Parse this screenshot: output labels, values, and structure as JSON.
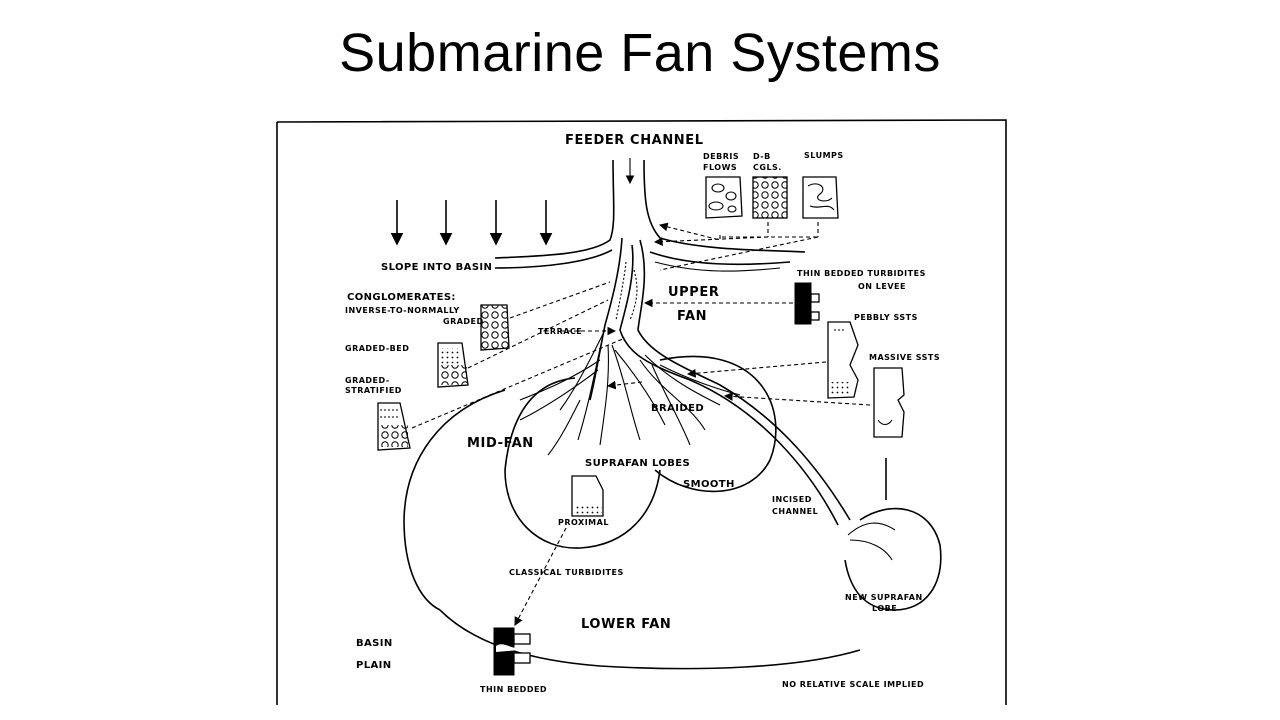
{
  "slide": {
    "title": "Submarine Fan Systems"
  },
  "diagram": {
    "labels": {
      "feeder_channel": "FEEDER CHANNEL",
      "debris_flows_1": "DEBRIS",
      "debris_flows_2": "FLOWS",
      "db_cgls_1": "D-B",
      "db_cgls_2": "CGLS.",
      "slumps": "SLUMPS",
      "slope_into_basin": "SLOPE INTO BASIN",
      "thin_bedded_levee_1": "THIN BEDDED TURBIDITES",
      "thin_bedded_levee_2": "ON LEVEE",
      "conglomerates": "CONGLOMERATES:",
      "inverse_normally_1": "INVERSE-TO-NORMALLY",
      "inverse_normally_2": "GRADED",
      "upper_fan_1": "UPPER",
      "upper_fan_2": "FAN",
      "pebbly_ssts": "PEBBLY SSTS",
      "terrace": "TERRACE",
      "graded_bed": "GRADED-BED",
      "massive_ssts": "MASSIVE SSTS",
      "graded_stratified_1": "GRADED-",
      "graded_stratified_2": "STRATIFIED",
      "braided": "BRAIDED",
      "mid_fan": "MID-FAN",
      "suprafan_lobes": "SUPRAFAN LOBES",
      "smooth": "SMOOTH",
      "incised_channel_1": "INCISED",
      "incised_channel_2": "CHANNEL",
      "proximal": "PROXIMAL",
      "classical_turbidites": "CLASSICAL TURBIDITES",
      "new_suprafan_1": "NEW SUPRAFAN",
      "new_suprafan_2": "LOBE",
      "lower_fan": "LOWER FAN",
      "basin_plain_1": "BASIN",
      "basin_plain_2": "PLAIN",
      "thin_bedded": "THIN BEDDED",
      "no_scale": "NO RELATIVE SCALE IMPLIED"
    }
  }
}
